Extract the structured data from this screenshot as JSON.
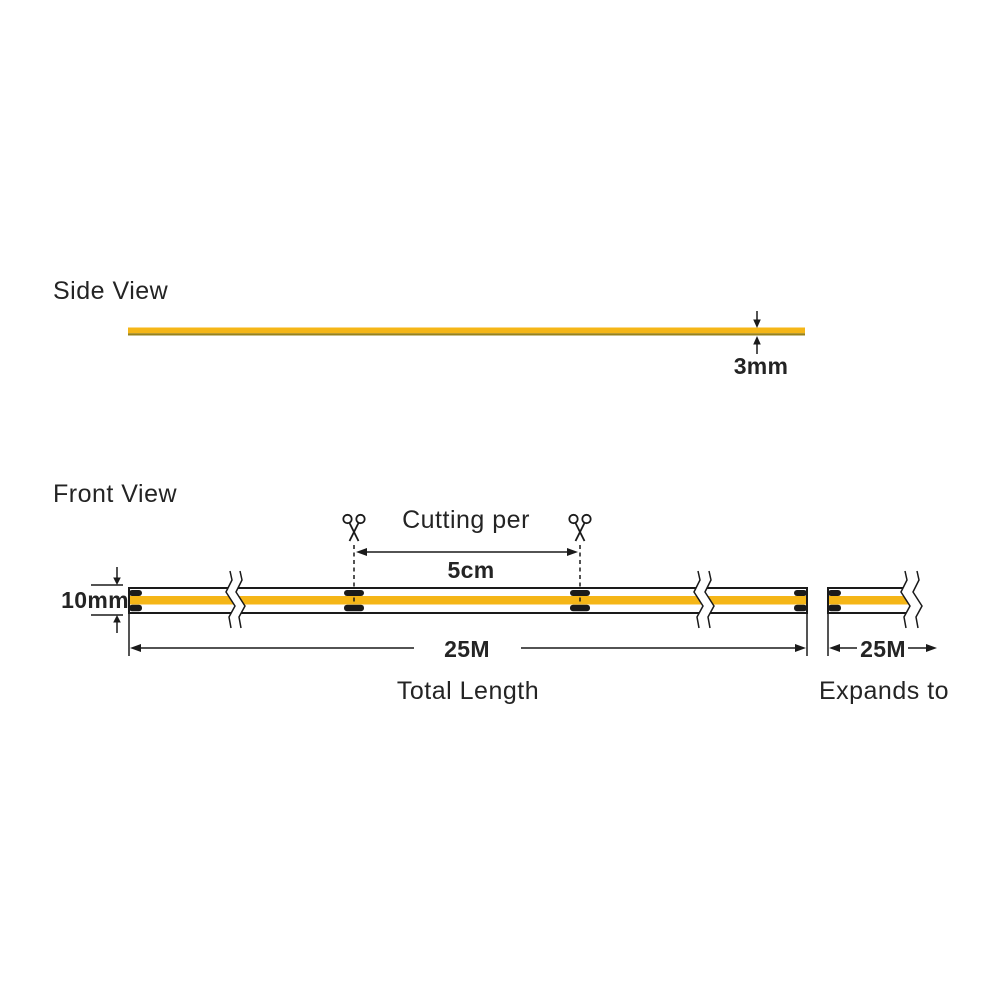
{
  "colors": {
    "strip_yellow": "#F5B617",
    "strip_edge": "#97821C",
    "ink": "#1A1A1A",
    "text": "#242424"
  },
  "side_view": {
    "title": "Side View",
    "thickness_label": "3mm"
  },
  "front_view": {
    "title": "Front View",
    "cutting_label": "Cutting per",
    "cut_length_label": "5cm",
    "width_label": "10mm",
    "total_length_value": "25M",
    "total_length_caption": "Total Length",
    "expands_value": "25M",
    "expands_caption": "Expands to"
  }
}
